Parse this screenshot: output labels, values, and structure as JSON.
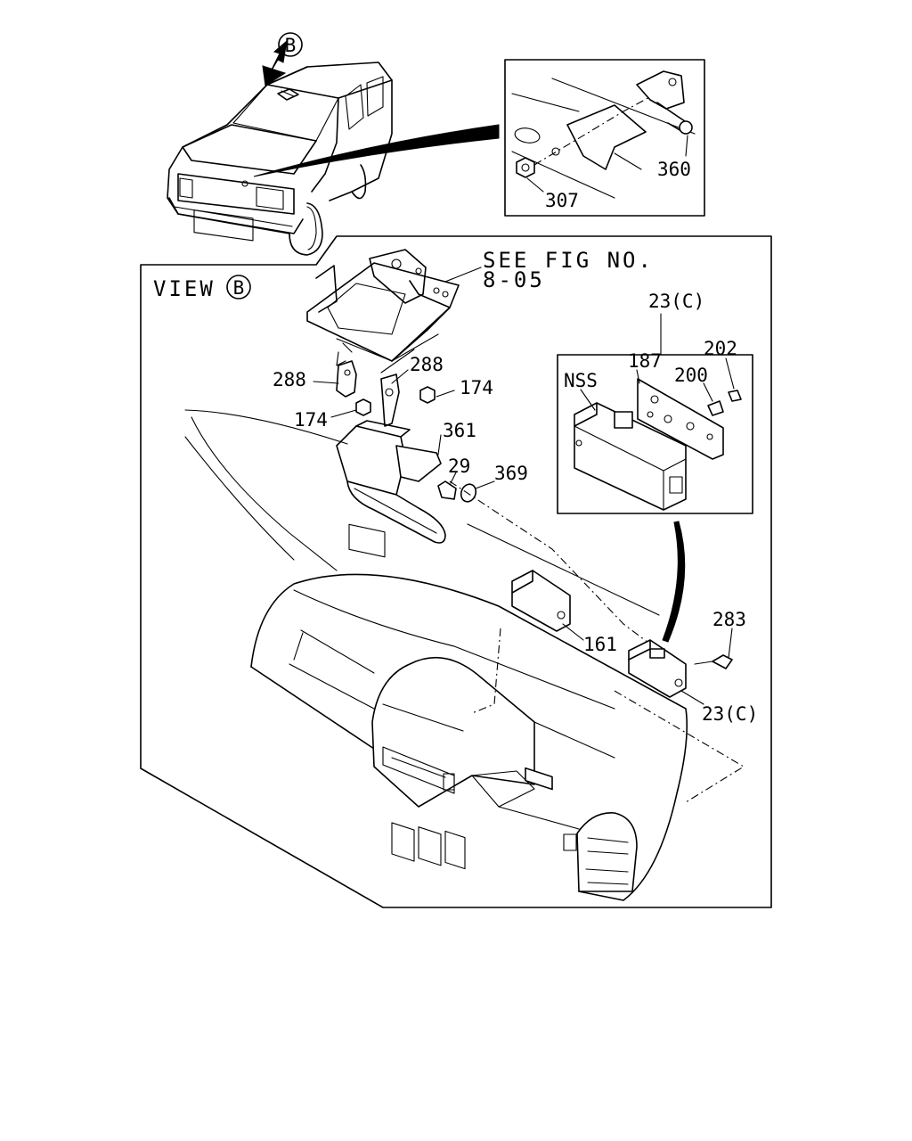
{
  "view_marker": "B",
  "view_title": "VIEW",
  "see_fig_line1": "SEE FIG NO.",
  "see_fig_line2": "8-05",
  "assembly_label": "23(C)",
  "callouts": {
    "c360": "360",
    "c307": "307",
    "c288a": "288",
    "c288b": "288",
    "c174a": "174",
    "c174b": "174",
    "c361": "361",
    "c29": "29",
    "c369": "369",
    "c187": "187",
    "c202": "202",
    "c200": "200",
    "nss": "NSS",
    "c161": "161",
    "c283": "283",
    "c23c_bottom": "23(C)"
  }
}
